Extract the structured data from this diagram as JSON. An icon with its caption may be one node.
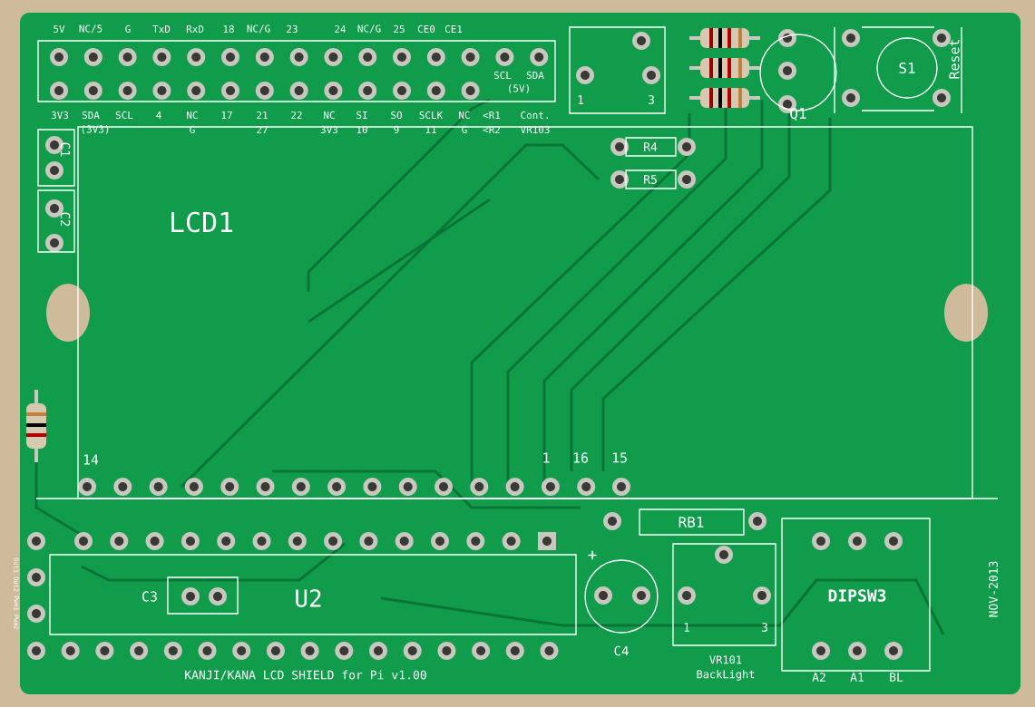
{
  "diagram": {
    "nodes": [
      {
        "text": [
          "LCD1"
        ]
      },
      {
        "text": [
          "R4"
        ],
        "in": 0
      },
      {
        "text": [
          "R5"
        ],
        "in": 0
      },
      {
        "text": [
          "U2"
        ]
      },
      {
        "text": [
          "C3"
        ],
        "in": 3
      },
      {
        "text": [
          "C1"
        ]
      },
      {
        "text": [
          "C2"
        ]
      },
      {
        "text": [],
        "shape": "box"
      },
      {
        "text": [
          "Q1"
        ]
      },
      {
        "text": [
          "S1"
        ],
        "beside": [
          "Reset"
        ]
      },
      {
        "text": [
          "RB1"
        ]
      },
      {
        "text": [
          "C4"
        ]
      },
      {
        "text": [
          "VR101 BackLight"
        ]
      },
      {
        "text": [
          "DIPSW3"
        ],
        "beside": [
          "A2",
          "A1",
          "BL"
        ]
      }
    ],
    "labels": [
      "5V",
      "NC/5",
      "G",
      "TxD",
      "RxD",
      "18",
      "NC/G",
      "23",
      "24",
      "NC/G",
      "25",
      "CE0",
      "CE1",
      "SCL",
      "SDA",
      "(5V)",
      "3V3",
      "SDA",
      "SCL",
      "4",
      "NC",
      "17",
      "21",
      "22",
      "NC",
      "SI",
      "SO",
      "SCLK",
      "NC",
      "<R1",
      "Cont.",
      "(3V3)",
      "G",
      "27",
      "3V3",
      "10",
      "9",
      "11",
      "G",
      "<R2",
      "VR103",
      "1",
      "3",
      "14",
      "1",
      "16",
      "15",
      "Out1 Out2 Pwm1 Pwm2",
      "+",
      "1",
      "3",
      "NOV-2013",
      "KANJI/KANA LCD SHIELD for Pi v1.00"
    ]
  }
}
